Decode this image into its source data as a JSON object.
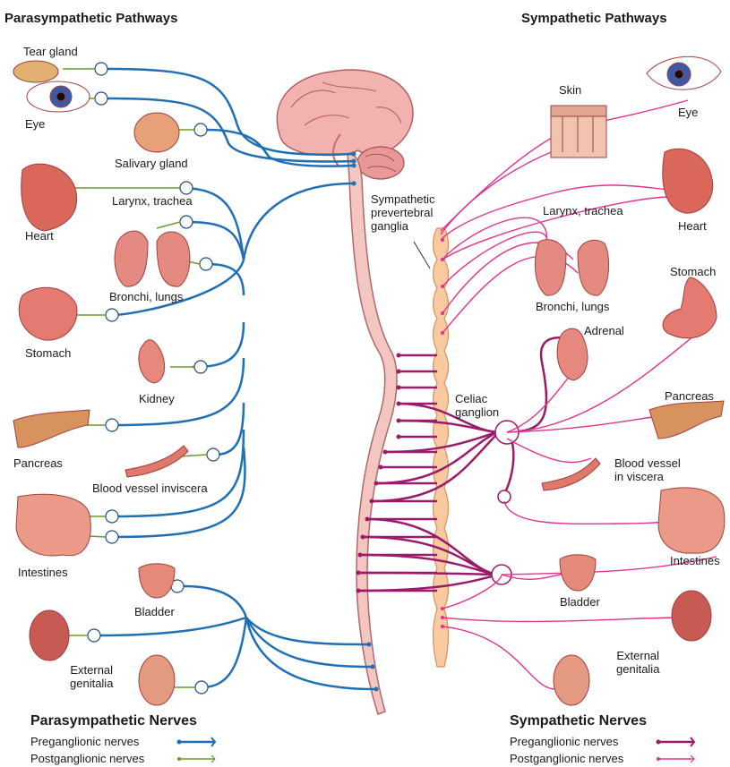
{
  "headings": {
    "parasympathetic": "Parasympathetic Pathways",
    "sympathetic": "Sympathetic Pathways"
  },
  "left_organs": {
    "tear_gland": "Tear gland",
    "eye": "Eye",
    "salivary_gland": "Salivary gland",
    "larynx": "Larynx, trachea",
    "heart": "Heart",
    "bronchi": "Bronchi, lungs",
    "stomach": "Stomach",
    "kidney": "Kidney",
    "pancreas": "Pancreas",
    "blood_vessel": "Blood vessel inviscera",
    "intestines": "Intestines",
    "bladder": "Bladder",
    "genitalia_line1": "External",
    "genitalia_line2": "genitalia"
  },
  "right_organs": {
    "skin": "Skin",
    "eye": "Eye",
    "heart": "Heart",
    "larynx": "Larynx, trachea",
    "bronchi": "Bronchi, lungs",
    "stomach": "Stomach",
    "adrenal": "Adrenal",
    "pancreas": "Pancreas",
    "blood_vessel_line1": "Blood vessel",
    "blood_vessel_line2": "in viscera",
    "intestines": "Intestines",
    "bladder": "Bladder",
    "genitalia_line1": "External",
    "genitalia_line2": "genitalia"
  },
  "center_labels": {
    "prevertebral_line1": "Sympathetic",
    "prevertebral_line2": "prevertebral",
    "prevertebral_line3": "ganglia",
    "celiac_line1": "Celiac",
    "celiac_line2": "ganglion"
  },
  "legend": {
    "parasympathetic": {
      "title": "Parasympathetic Nerves",
      "pre": "Preganglionic nerves",
      "post": "Postganglionic nerves"
    },
    "sympathetic": {
      "title": "Sympathetic Nerves",
      "pre": "Preganglionic nerves",
      "post": "Postganglionic nerves"
    }
  },
  "colors": {
    "para_pre": "#1f6fb5",
    "para_post": "#6a9a2a",
    "symp_pre": "#9b1b6a",
    "symp_post": "#e0338f",
    "cord": "#f4c6c2",
    "chain": "#f9c9a0",
    "organ": "#e9897a"
  }
}
